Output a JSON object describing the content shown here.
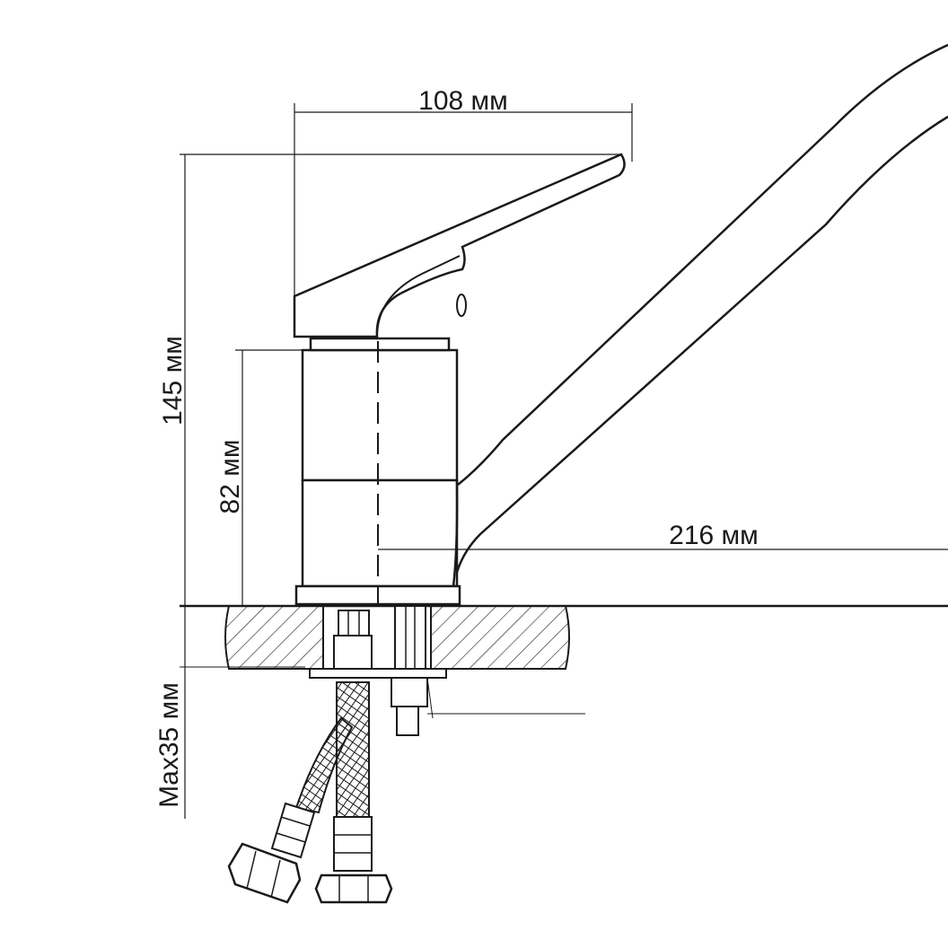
{
  "diagram": {
    "dimensions": {
      "handle_width": "108 мм",
      "total_height": "145 мм",
      "body_height": "82 мм",
      "spout_reach": "216 мм",
      "max_counter_thickness": "Max35 мм"
    }
  }
}
